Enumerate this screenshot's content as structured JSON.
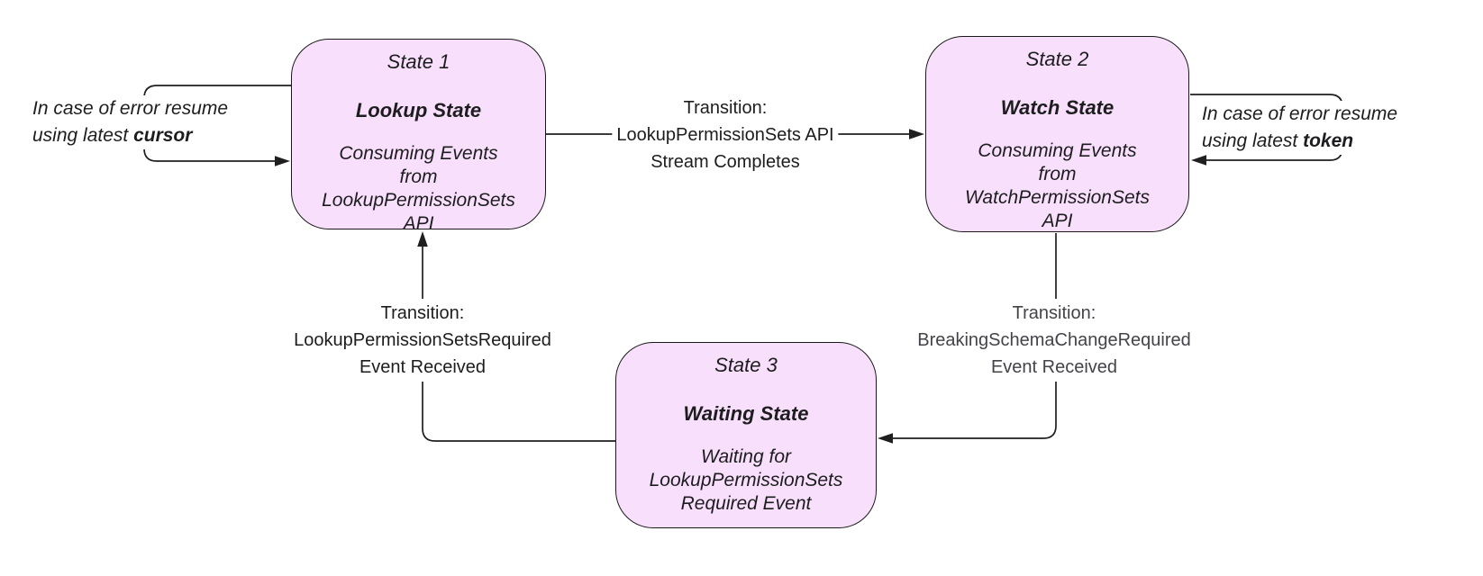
{
  "diagram": {
    "states": {
      "state1": {
        "label": "State 1",
        "name": "Lookup State",
        "description": "Consuming Events from LookupPermissionSets API"
      },
      "state2": {
        "label": "State 2",
        "name": "Watch State",
        "description": "Consuming Events from WatchPermissionSets API"
      },
      "state3": {
        "label": "State 3",
        "name": "Waiting State",
        "description": "Waiting for LookupPermissionSets Required Event"
      }
    },
    "transitions": {
      "s1_to_s2": {
        "line1": "Transition:",
        "line2": "LookupPermissionSets API",
        "line3": "Stream Completes"
      },
      "s2_to_s3": {
        "line1": "Transition:",
        "line2": "BreakingSchemaChangeRequired",
        "line3": "Event Received"
      },
      "s3_to_s1": {
        "line1": "Transition:",
        "line2": "LookupPermissionSetsRequired",
        "line3": "Event Received"
      }
    },
    "error_loops": {
      "state1": {
        "line1": "In case of error resume",
        "line2_prefix": "using latest ",
        "line2_bold": "cursor"
      },
      "state2": {
        "line1": "In case of error resume",
        "line2_prefix": "using latest ",
        "line2_bold": "token"
      }
    },
    "colors": {
      "state_fill": "#f8dffb",
      "state_border": "#1a1a1a",
      "connector": "#1f1f1f",
      "label_text": "#1d1d1f",
      "muted_label_text": "#43434a",
      "background": "#ffffff"
    }
  }
}
